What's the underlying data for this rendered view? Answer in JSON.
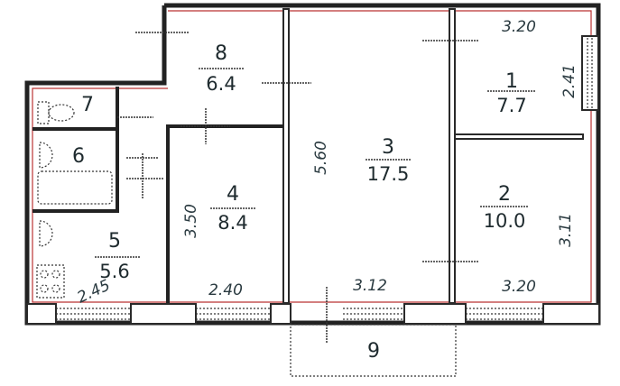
{
  "rooms": [
    {
      "id": "1",
      "area": "7.7"
    },
    {
      "id": "2",
      "area": "10.0"
    },
    {
      "id": "3",
      "area": "17.5"
    },
    {
      "id": "4",
      "area": "8.4"
    },
    {
      "id": "5",
      "area": "5.6"
    },
    {
      "id": "6"
    },
    {
      "id": "7"
    },
    {
      "id": "8",
      "area": "6.4"
    },
    {
      "id": "9"
    }
  ],
  "dimensions": {
    "room1_width": "3.20",
    "room1_depth": "2.41",
    "room2_width": "3.20",
    "room2_depth": "3.11",
    "room3_width": "3.12",
    "room3_depth": "5.60",
    "room4_width": "2.40",
    "room4_depth": "3.50",
    "room5_width": "2.45"
  },
  "colors": {
    "wall": "#222222",
    "text": "#1e2a2e",
    "accent_line": "#b33333"
  }
}
